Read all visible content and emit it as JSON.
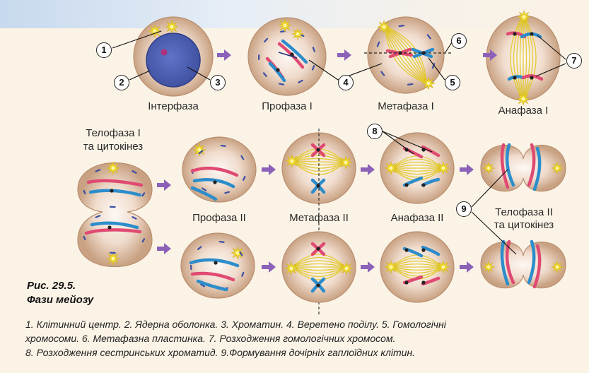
{
  "stages": {
    "interphase": "Інтерфаза",
    "prophase1": "Профаза І",
    "metaphase1": "Метафаза І",
    "anaphase1": "Анафаза І",
    "telophase1_line1": "Телофаза І",
    "telophase1_line2": "та цитокінез",
    "prophase2": "Профаза ІІ",
    "metaphase2": "Метафаза ІІ",
    "anaphase2": "Анафаза ІІ",
    "telophase2_line1": "Телофаза ІІ",
    "telophase2_line2": "та цитокінез"
  },
  "callouts": [
    "1",
    "2",
    "3",
    "4",
    "5",
    "6",
    "7",
    "8",
    "9"
  ],
  "figure": {
    "number": "Рис. 29.5.",
    "title": "Фази мейозу"
  },
  "legend": {
    "line1": "1. Клітинний центр. 2. Ядерна оболонка. 3. Хроматин. 4. Веретено поділу. 5. Гомологічні",
    "line2": "хромосоми. 6. Метафазна пластинка. 7. Розходження гомологічних хромосом.",
    "line3": "8. Розходження сестринських хроматид. 9.Формування дочірніх гаплоїдних клітин."
  },
  "colors": {
    "cell_fill": "#d7b69d",
    "cell_center": "#fbf3ee",
    "nucleus": "#4b5fb4",
    "chromosome_red": "#e04a72",
    "chromosome_blue": "#2d8dcb",
    "spindle": "#e2c928",
    "centrosome": "#f2df3a",
    "arrow": "#8c62b8"
  }
}
